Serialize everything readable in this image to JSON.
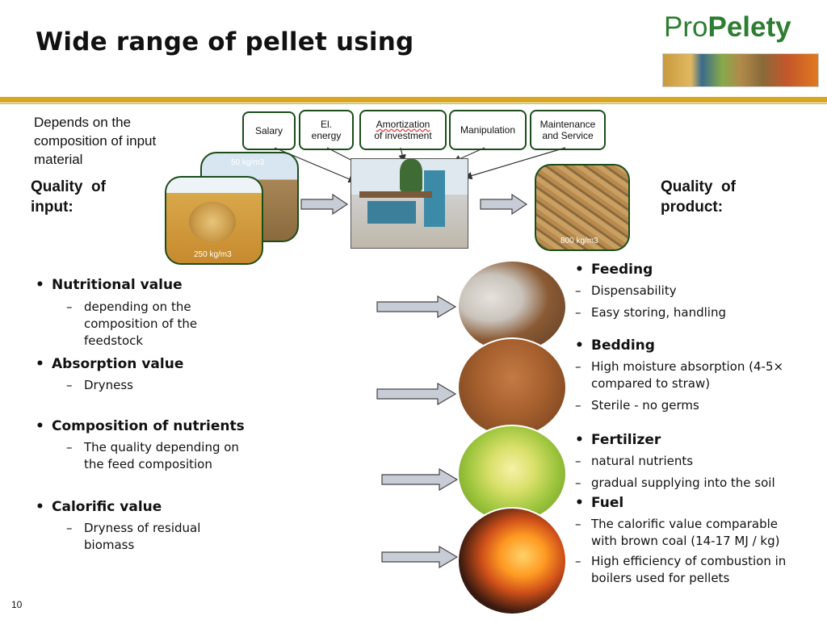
{
  "slide": {
    "title": "Wide range of pellet using",
    "page_number": "10",
    "colors": {
      "accent_band": "#d9a51e",
      "box_border": "#1b4d1b",
      "arrow_fill": "#c8ccd6",
      "logo_green": "#2e7d32"
    }
  },
  "logo": {
    "pro": "Pro",
    "pelety": "Pelety"
  },
  "intro": {
    "line1": "Depends on the",
    "line2": "composition of input",
    "line3": "material"
  },
  "quality_input": {
    "line1": "Quality  of",
    "line2": "input:"
  },
  "quality_product": {
    "line1": "Quality  of",
    "line2": "product:"
  },
  "cost_boxes": {
    "salary": "Salary",
    "el_energy_1": "El.",
    "el_energy_2": "energy",
    "amortization_1": "Amortization",
    "amortization_2": "of investment",
    "manipulation": "Manipulation",
    "maintenance_1": "Maintenance",
    "maintenance_2": "and Service"
  },
  "photo_captions": {
    "bulk_50": "50 kg/m3",
    "bulk_250": "250 kg/m3",
    "bulk_800": "800 kg/m3"
  },
  "left_list": {
    "nutritional": {
      "label": "Nutritional value",
      "sub1": "depending on the",
      "sub2": "composition of the",
      "sub3": "feedstock"
    },
    "absorption": {
      "label": "Absorption value",
      "sub1": "Dryness"
    },
    "composition": {
      "label": "Composition of nutrients",
      "sub1": "The quality depending on",
      "sub2": "the feed composition"
    },
    "calorific": {
      "label": "Calorific value",
      "sub1": "Dryness of residual",
      "sub2": "biomass"
    }
  },
  "right_list": {
    "feeding": {
      "label": "Feeding",
      "sub1": "Dispensability",
      "sub2": "Easy storing, handling"
    },
    "bedding": {
      "label": "Bedding",
      "sub1a": "High moisture absorption (4-5×",
      "sub1b": "compared to straw)",
      "sub2": "Sterile - no germs"
    },
    "fertilizer": {
      "label": "Fertilizer",
      "sub1": "natural nutrients",
      "sub2": "gradual supplying into the soil"
    },
    "fuel": {
      "label": "Fuel",
      "sub1a": "The calorific value comparable",
      "sub1b": "with brown coal (14-17 MJ / kg)",
      "sub2a": "High efficiency of combustion in",
      "sub2b": "boilers used for pellets"
    }
  },
  "icons": [
    "right-arrow-icon",
    "connector-arrow-icon",
    "horse-photo",
    "cattle-photo",
    "plant-photo",
    "fire-photo"
  ]
}
